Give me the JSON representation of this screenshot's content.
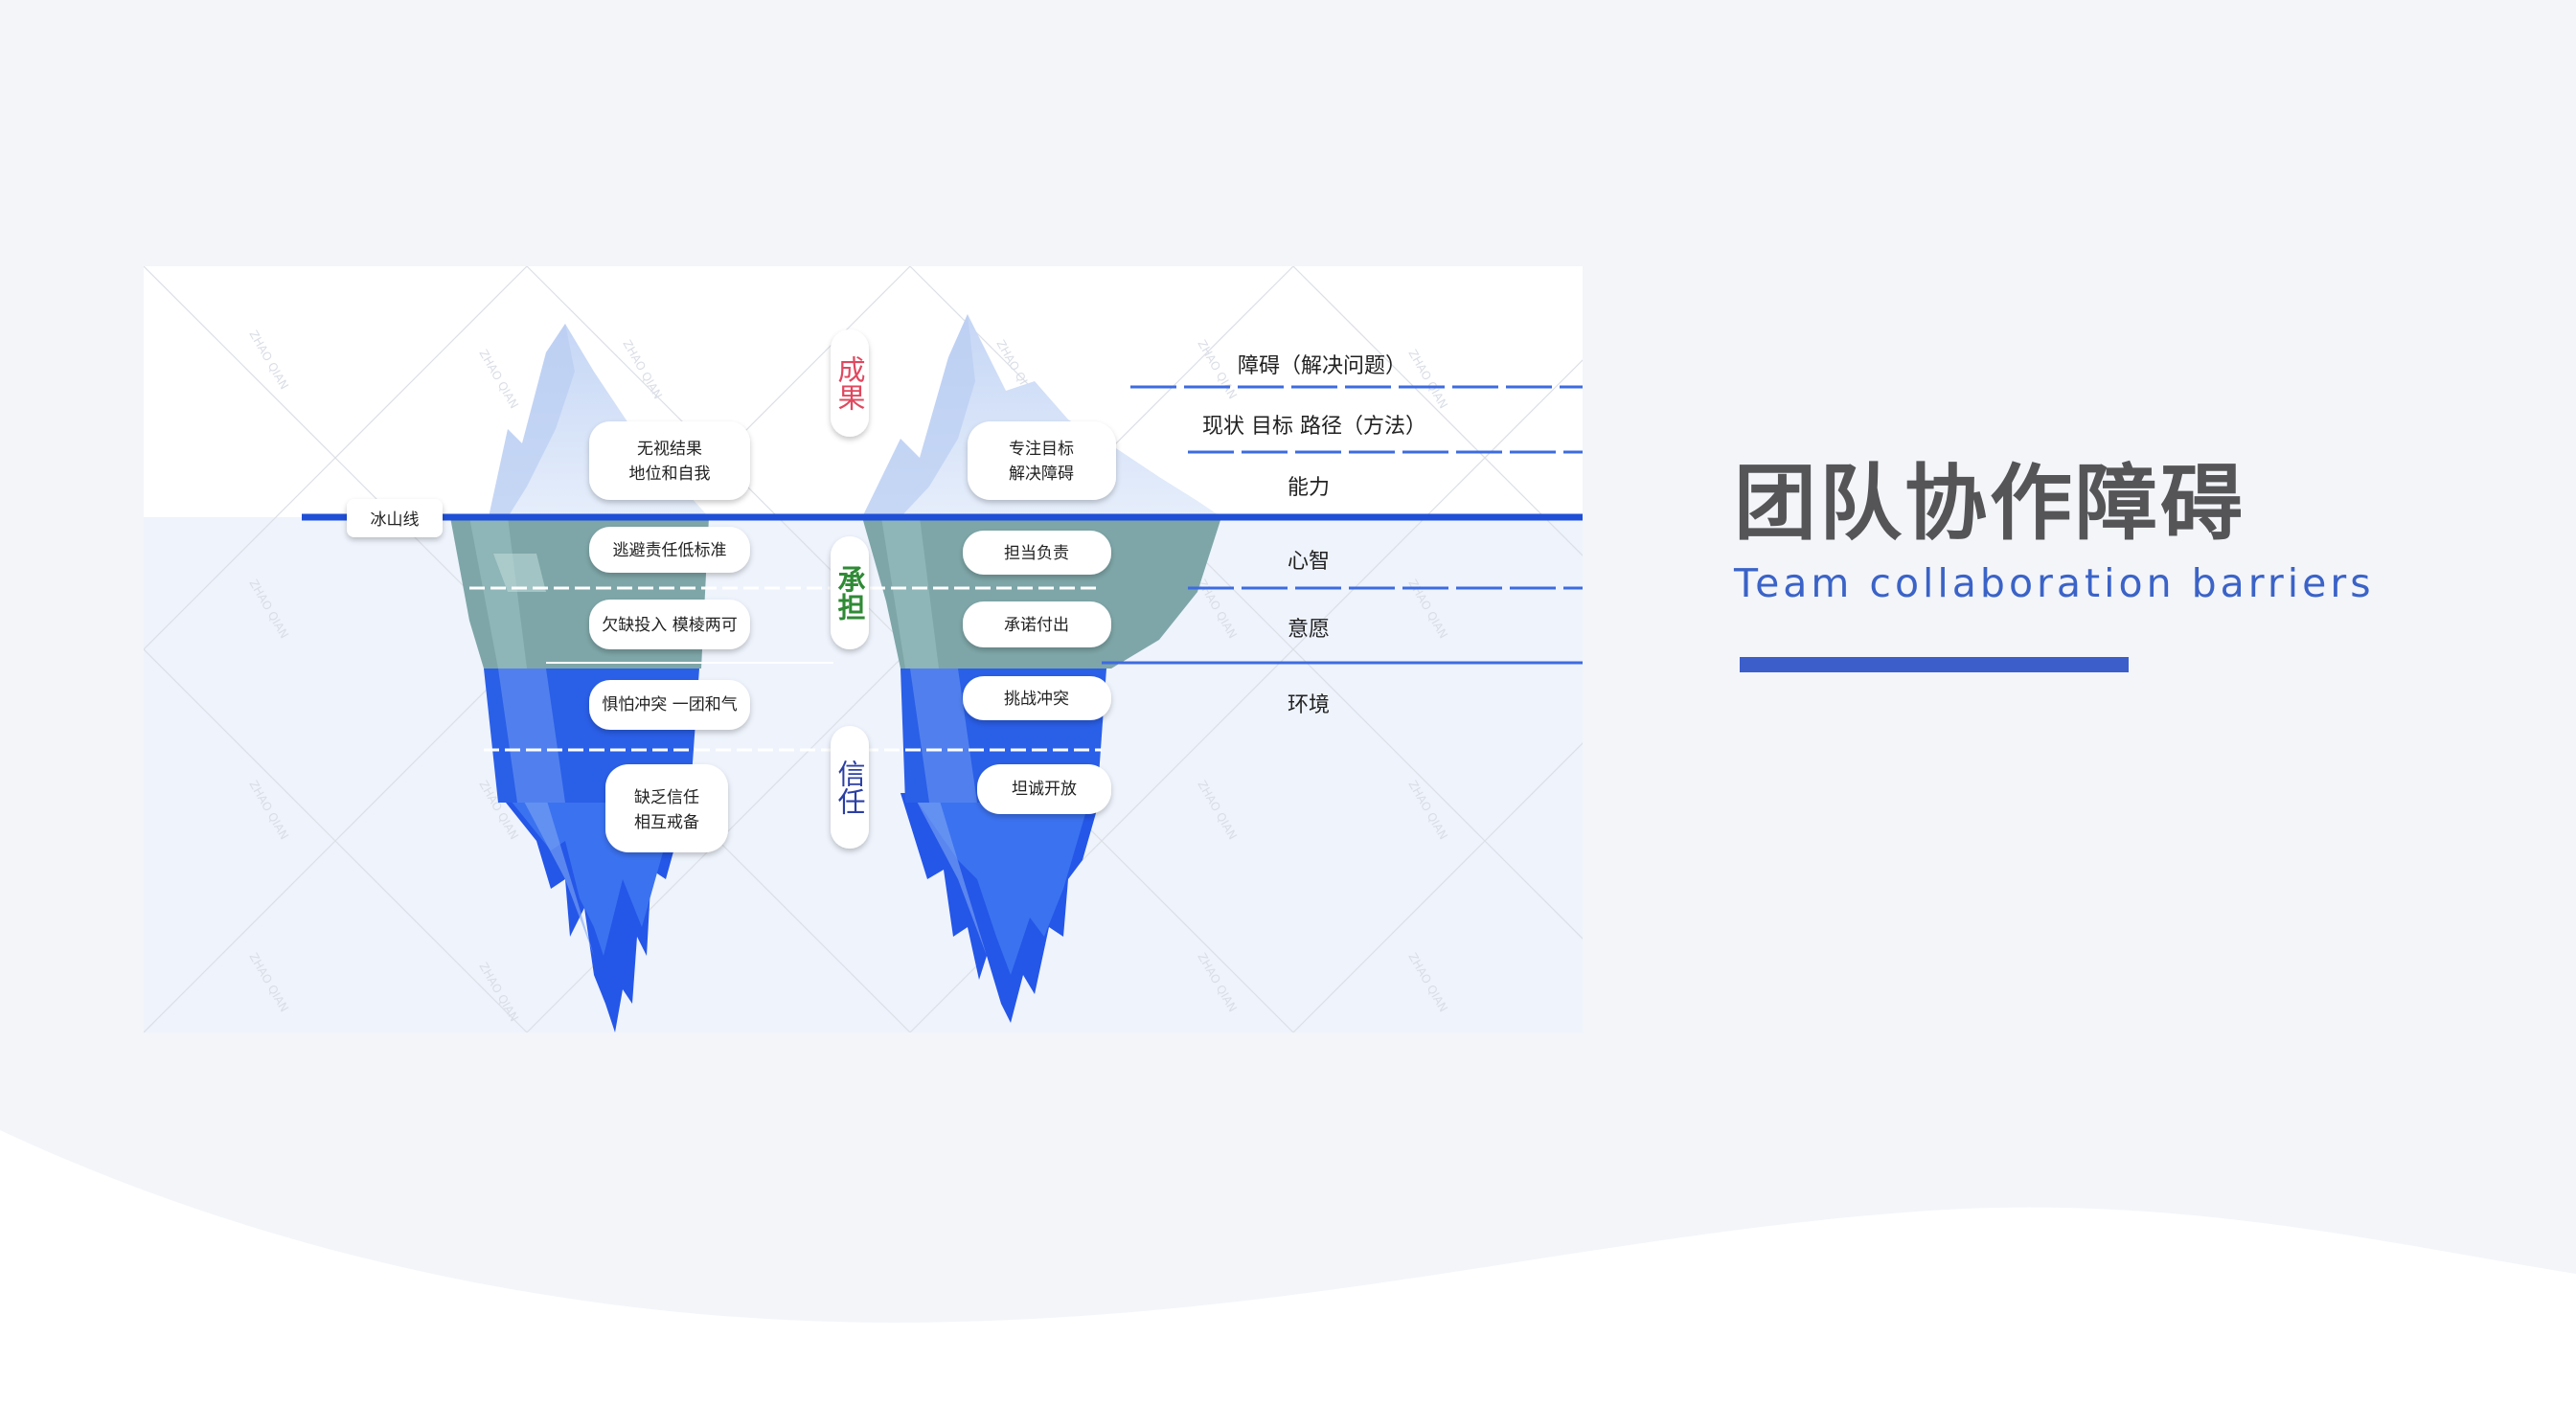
{
  "slide": {
    "title": "团队协作障碍",
    "subtitle": "Team collaboration barriers"
  },
  "iceberg": {
    "waterline_label": "冰山线",
    "categories": [
      "成果",
      "承担",
      "信任"
    ],
    "left_items": [
      [
        "无视结果",
        "地位和自我"
      ],
      [
        "逃避责任低标准"
      ],
      [
        "欠缺投入 模棱两可"
      ],
      [
        "惧怕冲突 一团和气"
      ],
      [
        "缺乏信任",
        "相互戒备"
      ]
    ],
    "right_items": [
      [
        "专注目标",
        "解决障碍"
      ],
      [
        "担当负责"
      ],
      [
        "承诺付出"
      ],
      [
        "挑战冲突"
      ],
      [
        "坦诚开放"
      ]
    ],
    "layers": [
      "障碍（解决问题）",
      "现状 目标 路径（方法）",
      "能力",
      "心智",
      "意愿",
      "环境"
    ],
    "watermark": "ZHAO QIAN"
  },
  "colors": {
    "accent": "#3c5ecb",
    "title": "#555558",
    "subtitle": "#3b63c7",
    "cat_result": "#e0485e",
    "cat_commit": "#2f8a35",
    "cat_trust": "#2b3fa5",
    "waterline": "#1f4fd6",
    "ice_teal": "#7ea6a8",
    "ice_blue": "#2456e8"
  }
}
